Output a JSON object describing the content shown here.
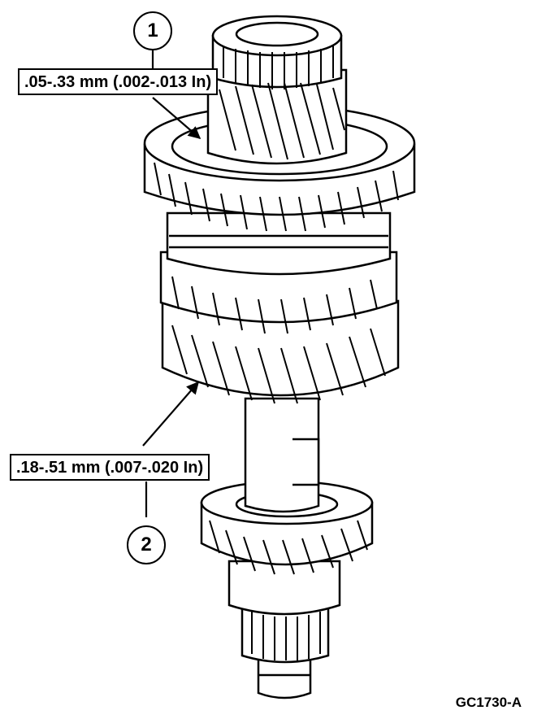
{
  "callouts": [
    {
      "number": "1",
      "text": ".05-.33 mm (.002-.013 In)"
    },
    {
      "number": "2",
      "text": ".18-.51 mm (.007-.020 In)"
    }
  ],
  "figure_code": "GC1730-A",
  "colors": {
    "ink": "#000000",
    "paper": "#ffffff"
  }
}
